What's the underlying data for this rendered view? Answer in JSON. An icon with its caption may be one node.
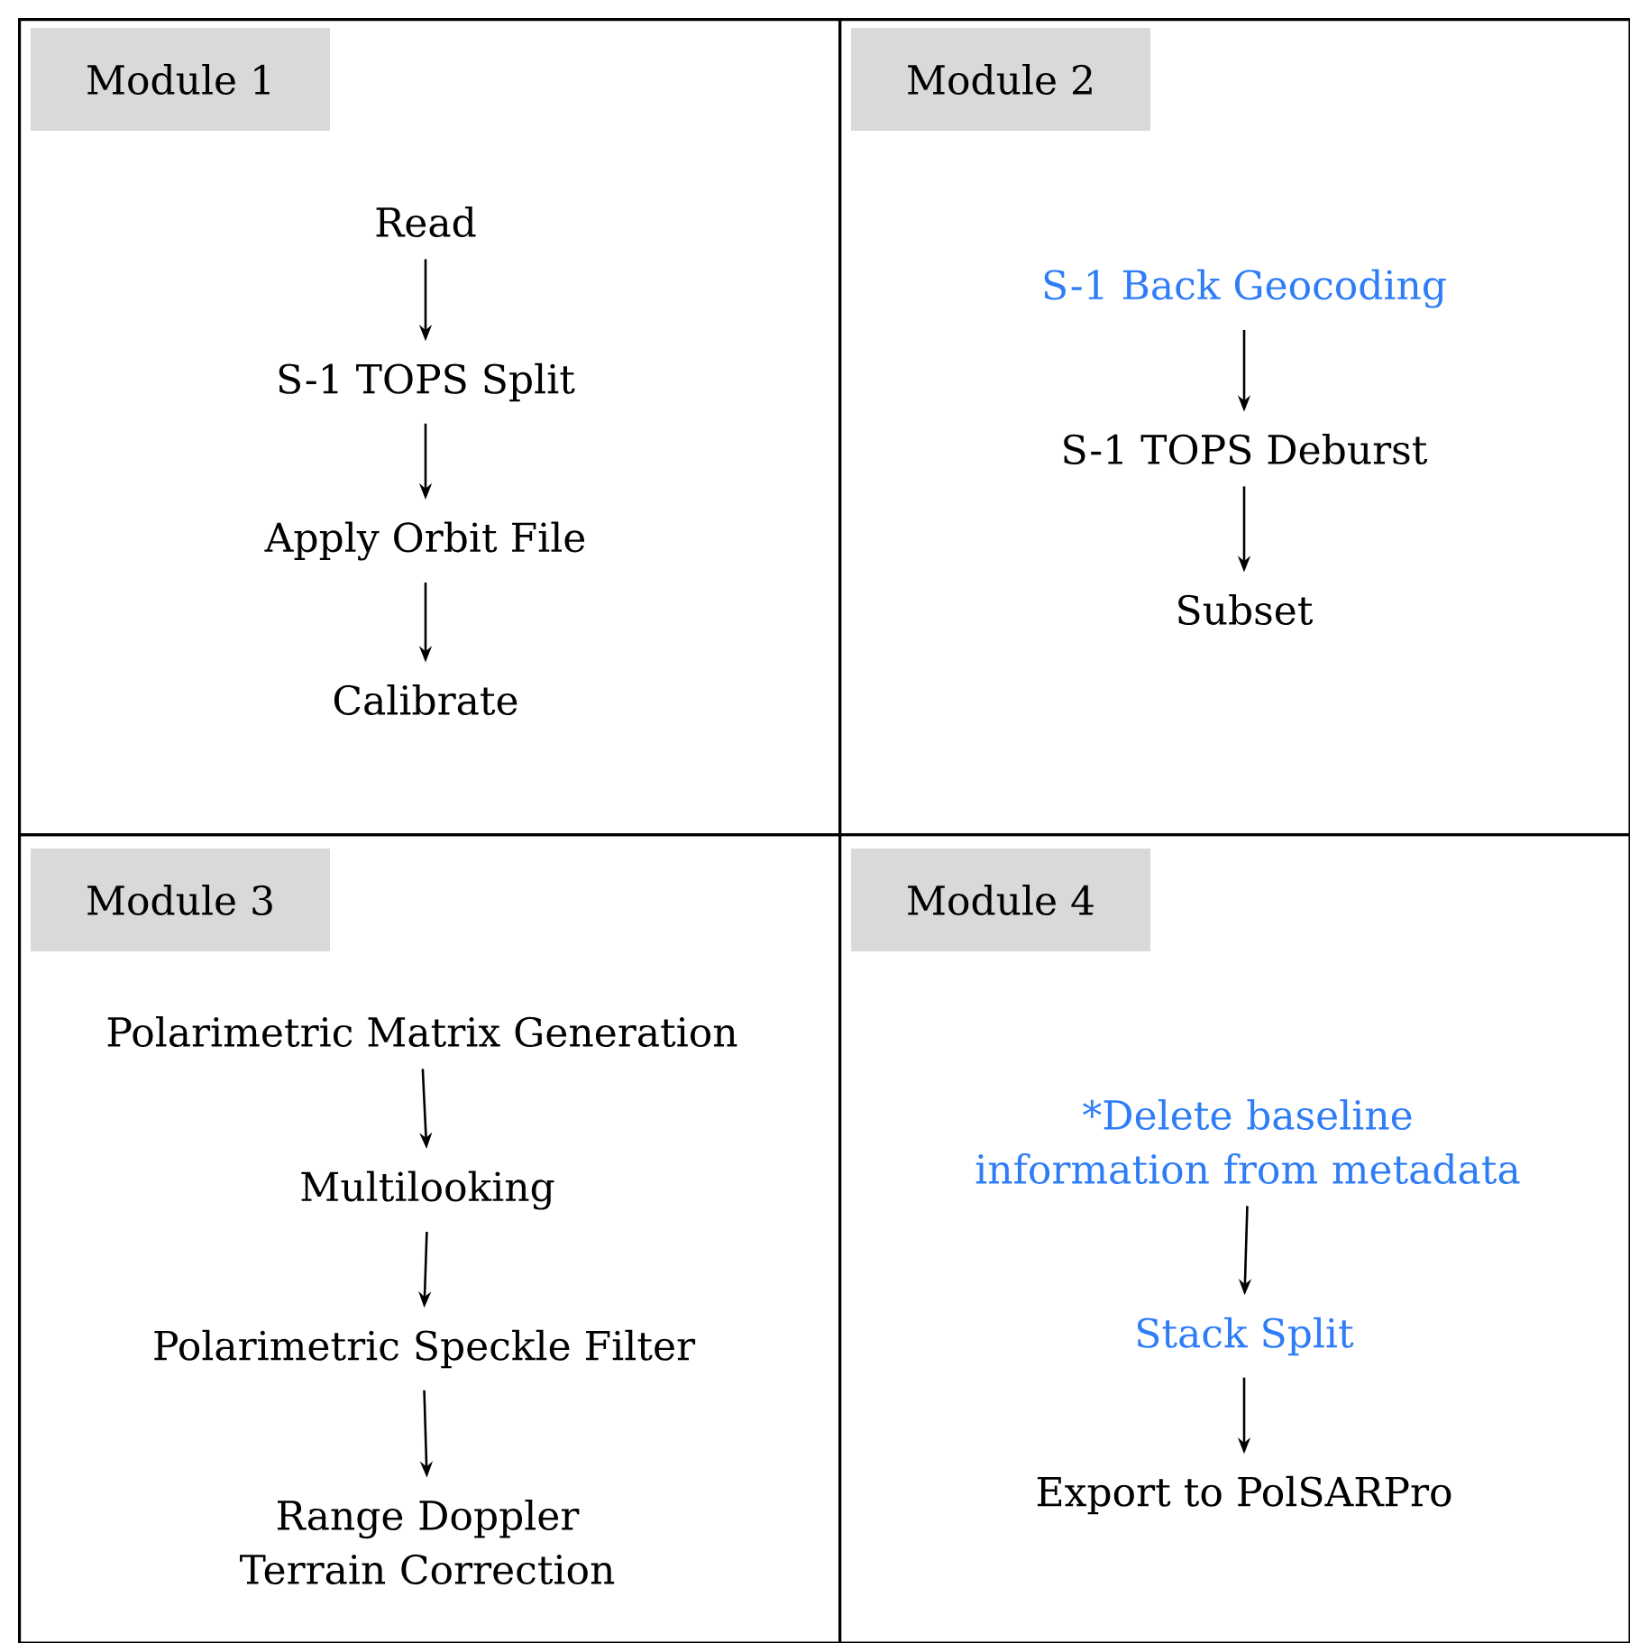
{
  "diagram": {
    "nodes": [
      {
        "text": [],
        "shape": "box"
      },
      {
        "text": [
          "Module 1"
        ],
        "in": 0
      },
      {
        "text": [
          "Read"
        ],
        "in": 0
      },
      {
        "text": [
          "S-1 TOPS Split"
        ],
        "in": 0
      },
      {
        "text": [
          "Apply Orbit File"
        ],
        "in": 0
      },
      {
        "text": [
          "Calibrate"
        ],
        "in": 0
      },
      {
        "text": [],
        "shape": "box"
      },
      {
        "text": [
          "Module 2"
        ],
        "in": 6
      },
      {
        "text": [
          "S-1 Back Geocoding"
        ],
        "in": 6
      },
      {
        "text": [
          "S-1 TOPS Deburst"
        ],
        "in": 6
      },
      {
        "text": [
          "Subset"
        ],
        "in": 6
      },
      {
        "text": [],
        "shape": "box"
      },
      {
        "text": [
          "Module 3"
        ],
        "in": 11
      },
      {
        "text": [
          "Polarimetric Matrix Generation"
        ],
        "in": 11
      },
      {
        "text": [
          "Multilooking"
        ],
        "in": 11
      },
      {
        "text": [
          "Polarimetric Speckle Filter"
        ],
        "in": 11
      },
      {
        "text": [
          "Range Doppler Terrain Correction"
        ],
        "in": 11
      },
      {
        "text": [],
        "shape": "box"
      },
      {
        "text": [
          "Module 4"
        ],
        "in": 17
      },
      {
        "text": [
          "*Delete baseline information from metadata"
        ],
        "in": 17
      },
      {
        "text": [
          "Stack Split"
        ],
        "in": 17
      },
      {
        "text": [
          "Export to PolSARPro"
        ],
        "in": 17
      }
    ],
    "edges": [
      {
        "from": 2,
        "to": 3,
        "arrow": "to"
      },
      {
        "from": 3,
        "to": 4,
        "arrow": "to"
      },
      {
        "from": 4,
        "to": 5,
        "arrow": "to"
      },
      {
        "from": 8,
        "to": 9,
        "arrow": "to"
      },
      {
        "from": 9,
        "to": 10,
        "arrow": "to"
      },
      {
        "from": 13,
        "to": 14,
        "arrow": "to"
      },
      {
        "from": 14,
        "to": 15,
        "arrow": "to"
      },
      {
        "from": 15,
        "to": 16,
        "arrow": "to"
      },
      {
        "from": 19,
        "to": 20,
        "arrow": "to"
      },
      {
        "from": 20,
        "to": 21,
        "arrow": "to"
      }
    ]
  }
}
